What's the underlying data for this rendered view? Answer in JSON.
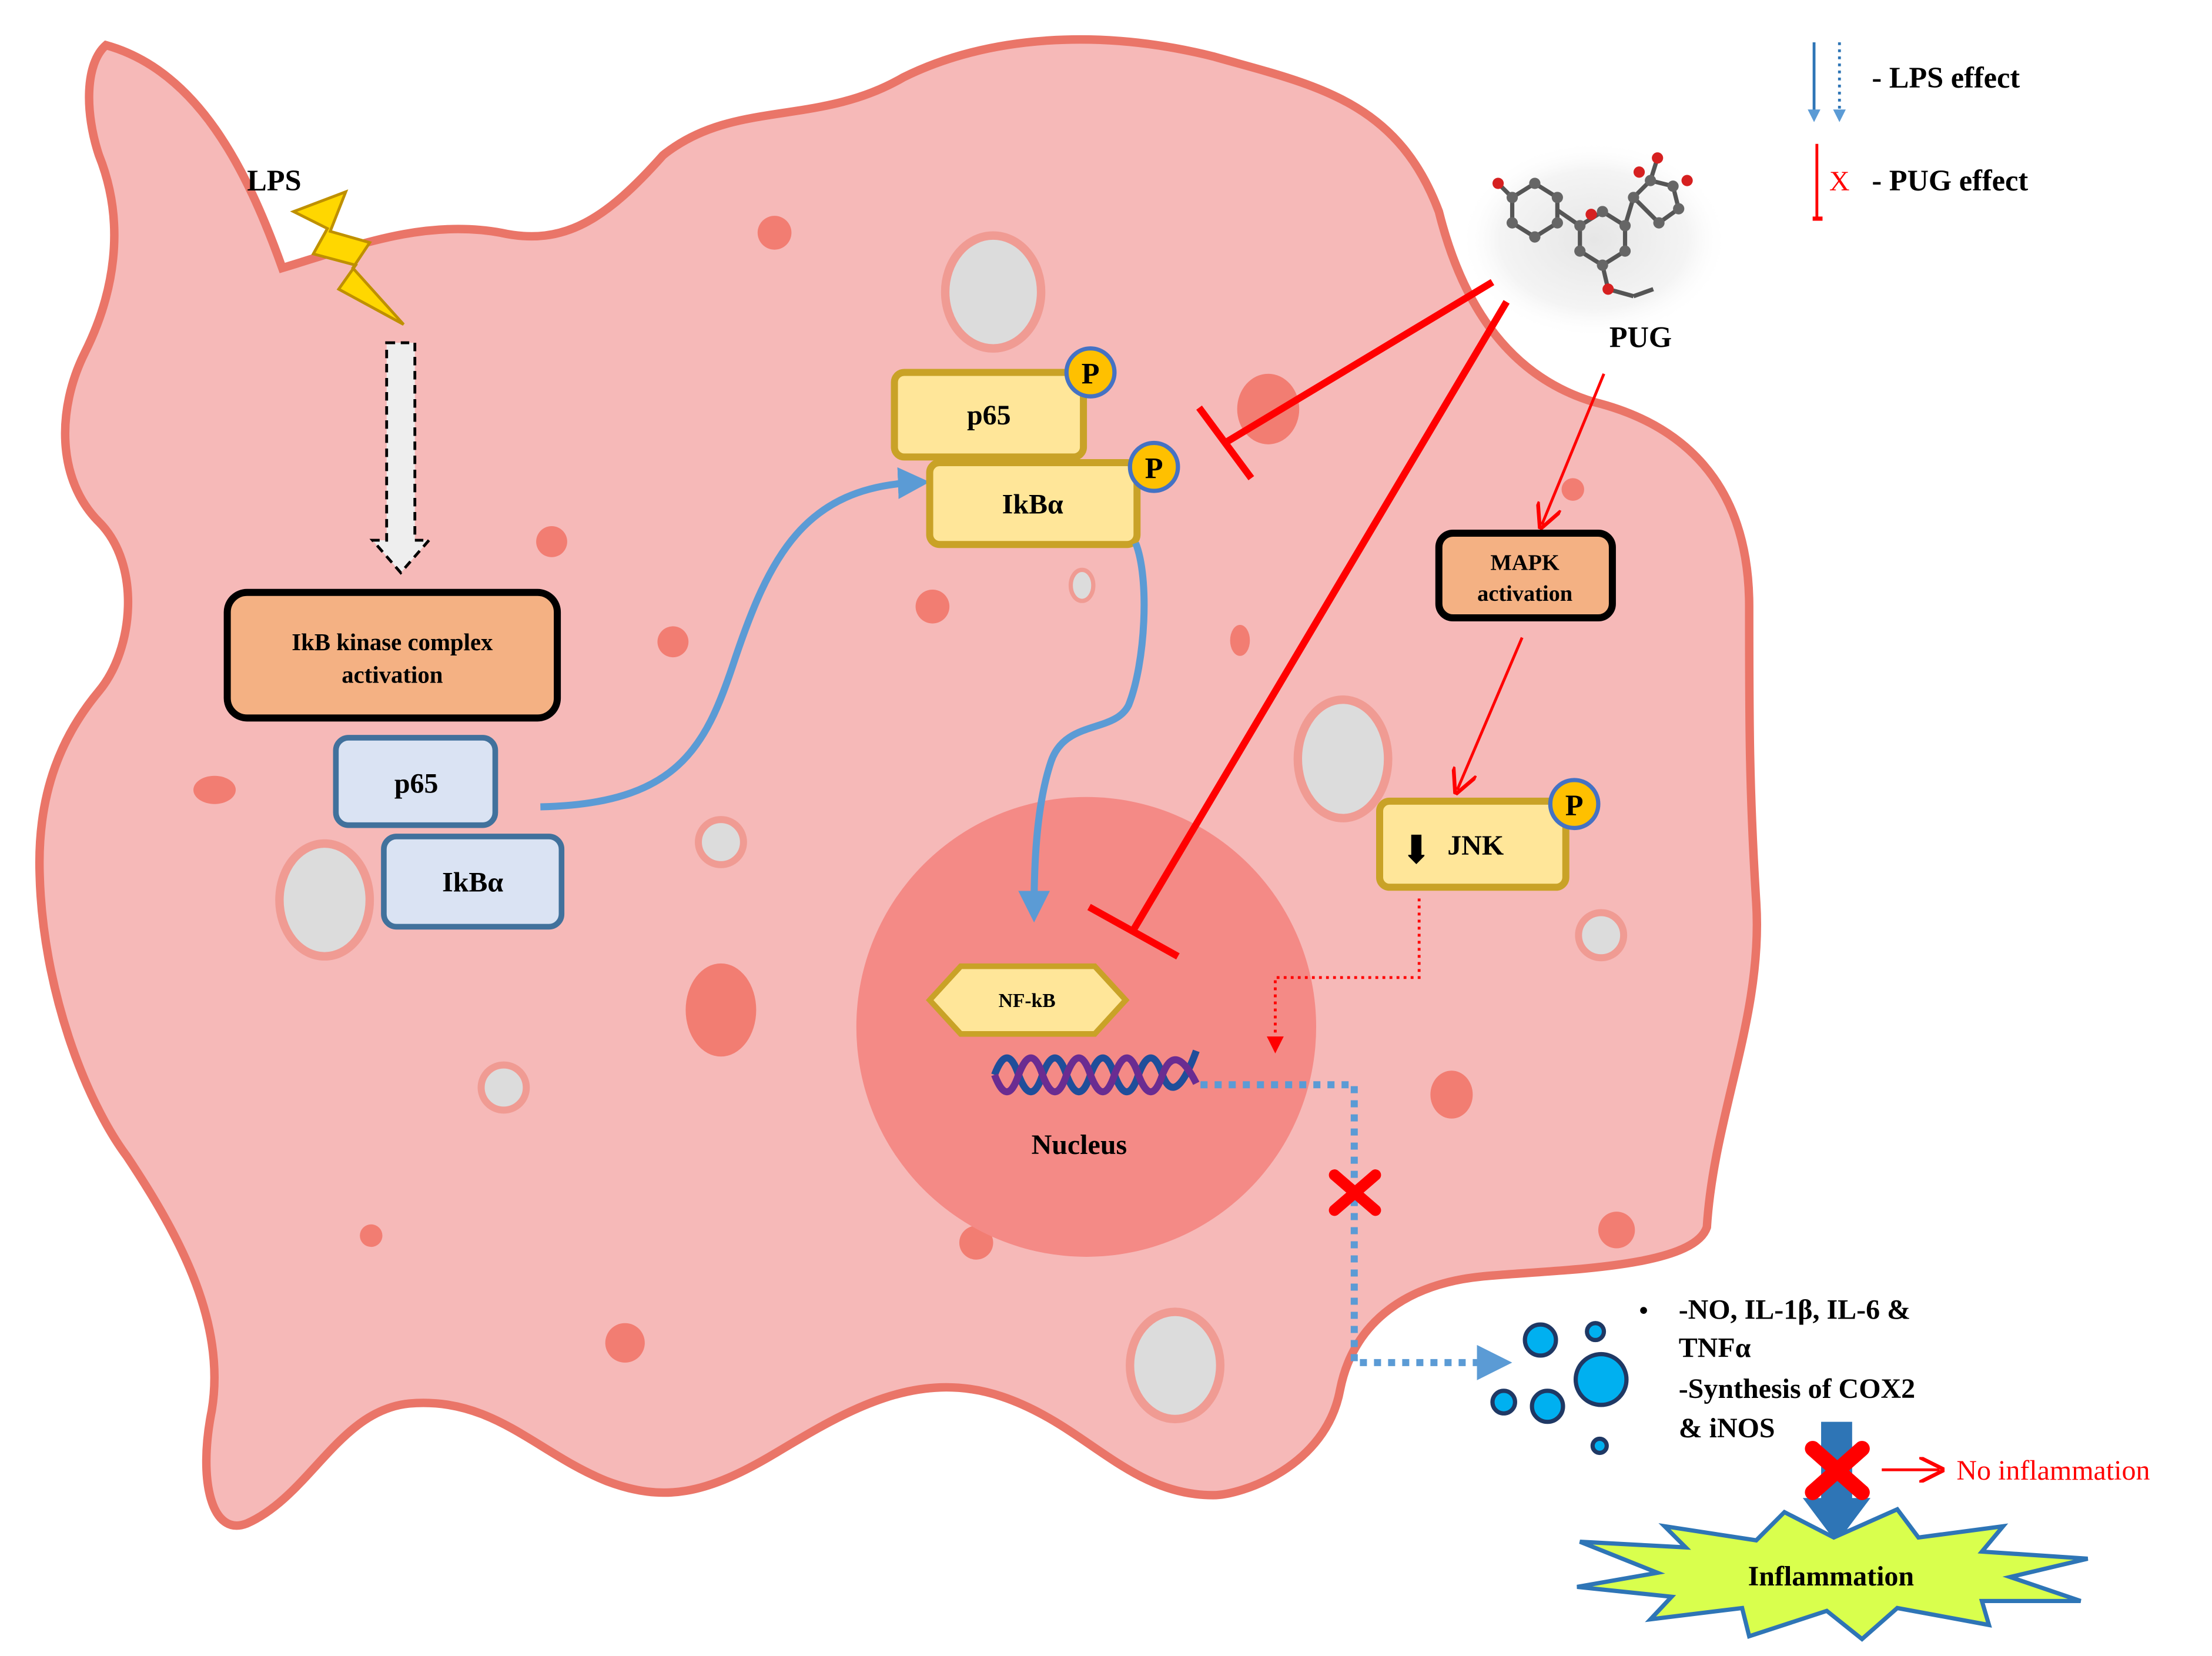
{
  "legend": {
    "lps_label": "- LPS effect",
    "pug_label": "- PUG effect",
    "pug_mark": "X"
  },
  "labels": {
    "lps": "LPS",
    "pug": "PUG",
    "nucleus": "Nucleus",
    "nfkb": "NF-kB",
    "ikb_kinase_line1": "IkB kinase complex",
    "ikb_kinase_line2": "activation",
    "p65_cytoplasm": "p65",
    "ikba_cytoplasm": "IkBα",
    "p65_phosphorylated": "p65",
    "ikba_phosphorylated": "IkBα",
    "phospho": "P",
    "mapk_line1": "MAPK",
    "mapk_line2": "activation",
    "jnk_arrow": "⬇",
    "jnk": "JNK",
    "cytokines_bullet": "•",
    "cytokines_line1": "-NO, IL-1β, IL-6 &",
    "cytokines_line2": "TNFα",
    "synthesis_line1": "-Synthesis of COX2",
    "synthesis_line2": "& iNOS",
    "no_inflammation": "No inflammation",
    "inflammation": "Inflammation"
  },
  "colors": {
    "cell_fill": "#f6b9b8",
    "cell_border": "#ea7568",
    "nucleus_fill": "#f48a86",
    "lps_arrow": "#5b9bd5",
    "pug_inhibition": "#ff0000",
    "protein_yellow": "#ffe699",
    "protein_yellow_border": "#c9a227",
    "protein_blue": "#dae3f3",
    "protein_blue_border": "#41719c",
    "activation_box": "#f4b183",
    "phospho_circle": "#ffc000",
    "burst_fill": "#d9ff4d",
    "burst_border": "#2e75b6"
  }
}
